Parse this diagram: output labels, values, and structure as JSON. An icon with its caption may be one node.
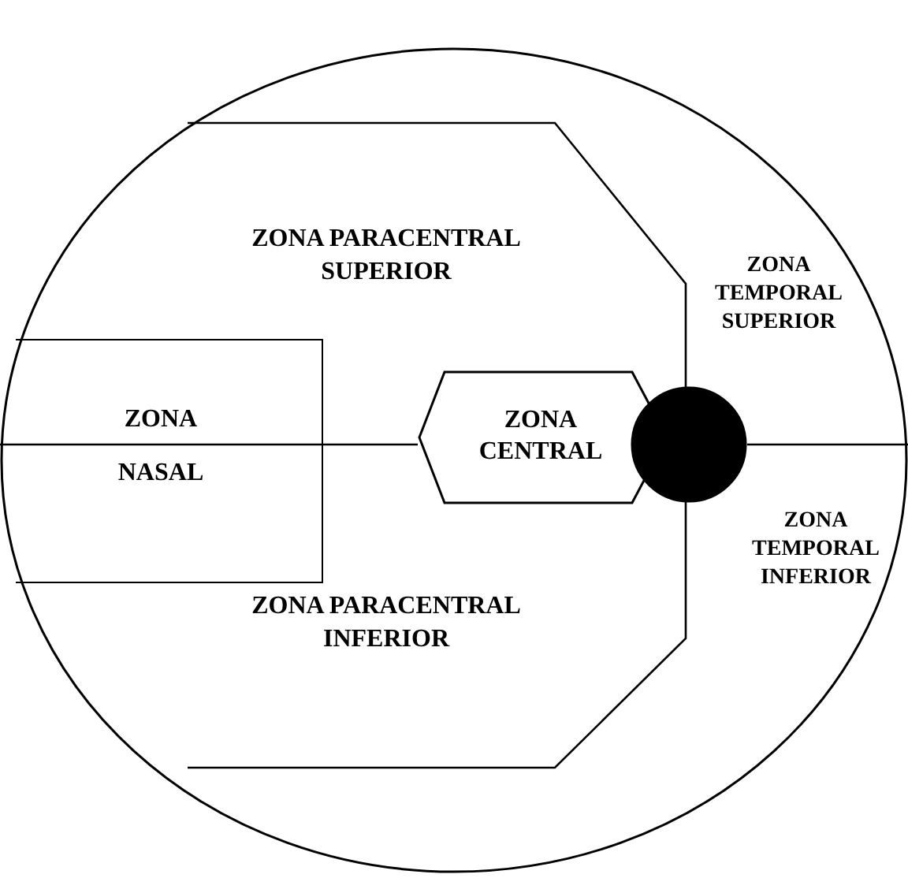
{
  "diagram": {
    "nodes": [
      {
        "text": [],
        "shape": "circle"
      },
      {
        "text": [
          "ZONA NASAL"
        ],
        "in": 0
      },
      {
        "text": [
          "ZONA CENTRAL"
        ],
        "in": 0
      },
      {
        "text": [],
        "shape": "circle",
        "in": 0
      }
    ],
    "labels": [
      "ZONA PARACENTRAL SUPERIOR",
      "ZONA TEMPORAL SUPERIOR",
      "ZONA TEMPORAL INFERIOR",
      "ZONA PARACENTRAL INFERIOR"
    ]
  }
}
